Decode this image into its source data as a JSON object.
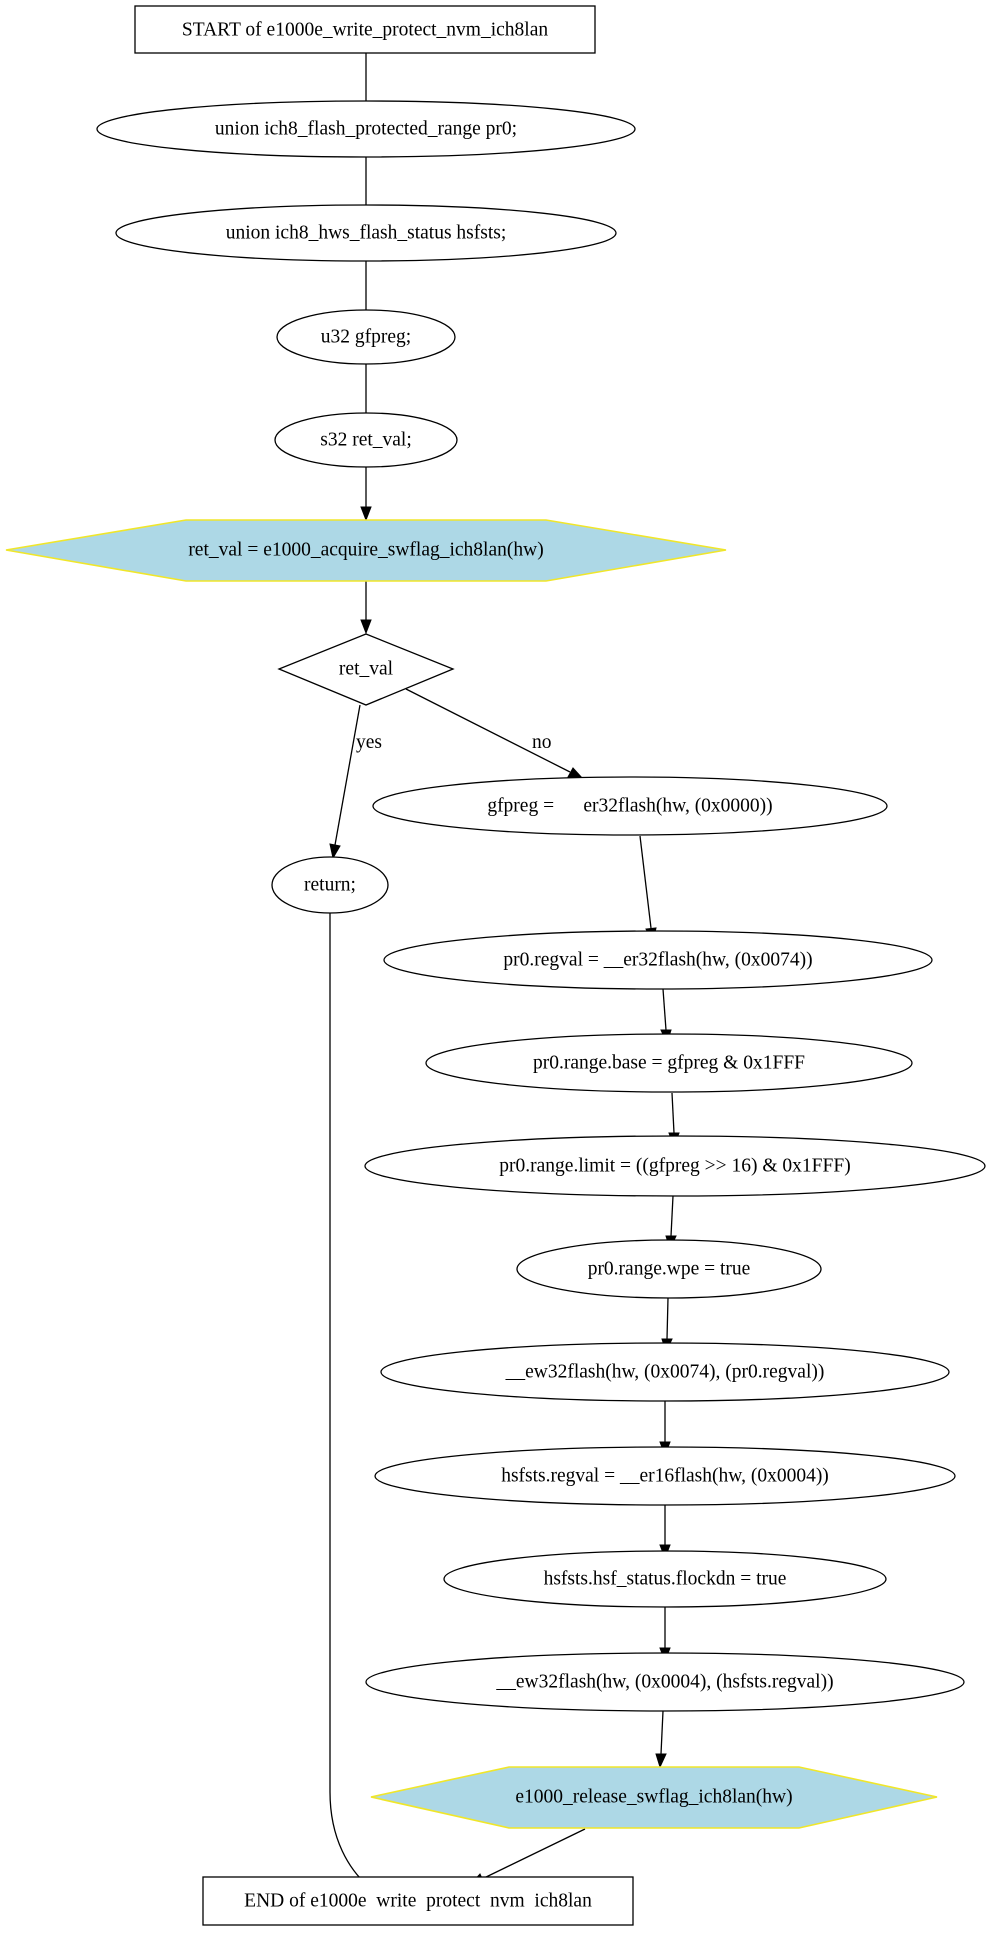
{
  "nodes": {
    "start": "START of e1000e_write_protect_nvm_ich8lan",
    "pr0_decl": "union ich8_flash_protected_range pr0;",
    "hsfsts_decl": "union ich8_hws_flash_status hsfsts;",
    "gfpreg_decl": "u32 gfpreg;",
    "ret_val_decl": "s32 ret_val;",
    "acquire": "ret_val = e1000_acquire_swflag_ich8lan(hw)",
    "ret_val_cond": "ret_val",
    "return_stmt": "return;",
    "gfpreg_read": "gfpreg =      er32flash(hw, (0x0000))",
    "pr0_regval_read": "pr0.regval = __er32flash(hw, (0x0074))",
    "range_base": "pr0.range.base = gfpreg & 0x1FFF",
    "range_limit": "pr0.range.limit = ((gfpreg >> 16) & 0x1FFF)",
    "range_wpe": "pr0.range.wpe = true",
    "ew32_pr0": "__ew32flash(hw, (0x0074), (pr0.regval))",
    "hsfsts_read": "hsfsts.regval = __er16flash(hw, (0x0004))",
    "flockdn": "hsfsts.hsf_status.flockdn = true",
    "ew32_hsfsts": "__ew32flash(hw, (0x0004), (hsfsts.regval))",
    "release": "e1000_release_swflag_ich8lan(hw)",
    "end": "END of e1000e  write  protect  nvm  ich8lan"
  },
  "edges": {
    "yes": "yes",
    "no": "no"
  },
  "colors": {
    "function_call_fill": "#add8e6",
    "function_call_border": "#f0e62a",
    "stroke": "#000000",
    "background": "#ffffff"
  }
}
